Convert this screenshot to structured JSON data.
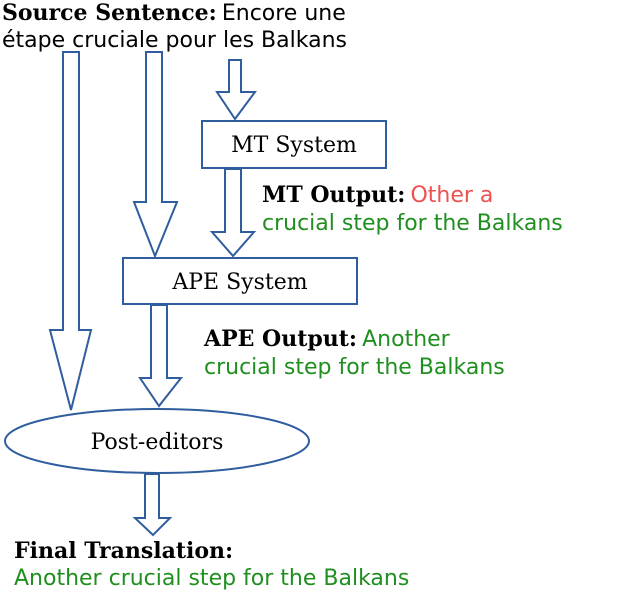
{
  "source": {
    "label": "Source Sentence:",
    "text_line1": "Encore une",
    "text_line2": "étape cruciale pour les Balkans"
  },
  "mt_system": {
    "label": "MT System"
  },
  "mt_output": {
    "label": "MT Output:",
    "wrong_text": "Other a",
    "correct_text": "crucial step for the Balkans"
  },
  "ape_system": {
    "label": "APE System"
  },
  "ape_output": {
    "label": "APE Output:",
    "text_line1": "Another",
    "text_line2": "crucial step for the Balkans"
  },
  "post_editors": {
    "label": "Post-editors"
  },
  "final": {
    "label": "Final Translation:",
    "text": "Another crucial step for the Balkans"
  },
  "colors": {
    "arrow_stroke": "#2f5d9e",
    "box_stroke": "#2f5d9e",
    "correct_text": "#1f8f1f",
    "error_text": "#f05050"
  }
}
